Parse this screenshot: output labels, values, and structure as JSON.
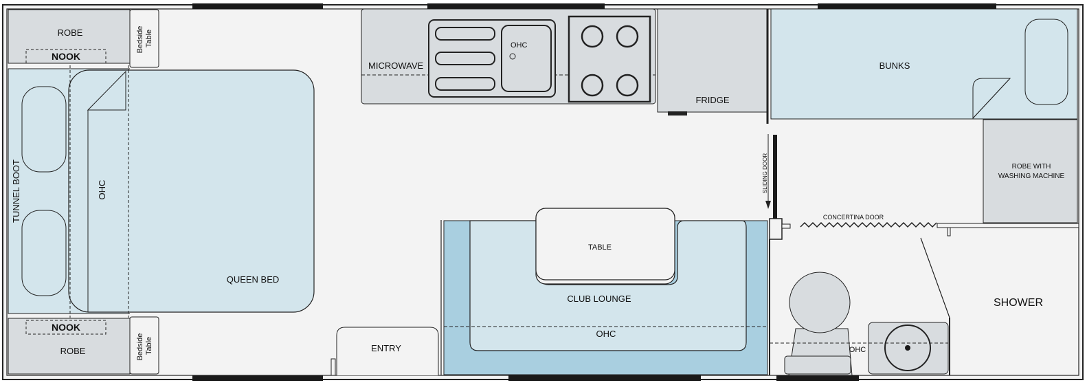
{
  "plan": {
    "robe_top": "ROBE",
    "robe_bottom": "ROBE",
    "nook_top": "NOOK",
    "nook_bottom": "NOOK",
    "bedside_table_word1": "Bedside",
    "bedside_table_word2": "Table",
    "tunnel_boot": "TUNNEL BOOT",
    "ohc_bed": "OHC",
    "queen_bed": "QUEEN BED",
    "microwave": "MICROWAVE",
    "ohc_kitchen": "OHC",
    "fridge": "FRIDGE",
    "bunks": "BUNKS",
    "sliding_door": "SLIDING DOOR",
    "robe_washing_line1": "ROBE  WITH",
    "robe_washing_line2": "WASHING MACHINE",
    "concertina_door": "CONCERTINA DOOR",
    "table": "TABLE",
    "club_lounge": "CLUB LOUNGE",
    "ohc_lounge": "OHC",
    "entry": "ENTRY",
    "shower": "SHOWER",
    "ohc_bathroom": "OHC"
  },
  "colors": {
    "wall": "#222222",
    "floor": "#f3f3f3",
    "bed_blue": "#d3e5ec",
    "lounge_blue": "#a9cfe0",
    "cabinet_grey": "#d8dcdf",
    "window": "#1a1a1a"
  }
}
